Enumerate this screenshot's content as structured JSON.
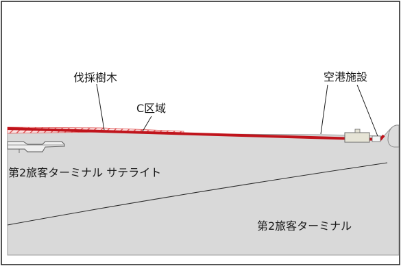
{
  "labels": {
    "tree_felling": "伐採樹木",
    "zone_c": "C区域",
    "airport_facility": "空港施設",
    "satellite_terminal": "第2旅客ターミナル サテライト",
    "terminal_2": "第2旅客ターミナル"
  },
  "colors": {
    "frame": "#1a1a1a",
    "ground": "#d9d9d9",
    "ground_outline": "#9a9a9a",
    "surface_line": "#c0141c",
    "hatch": "#e05a5a",
    "facility_box": "#e6e4d6"
  }
}
